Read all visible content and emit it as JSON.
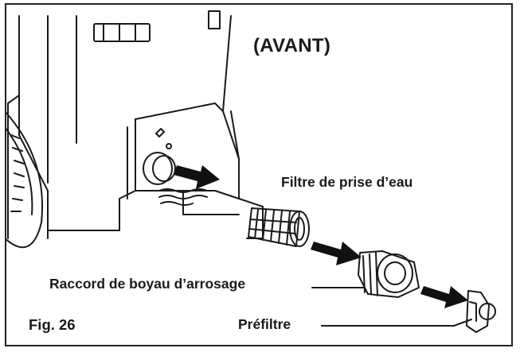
{
  "figure": {
    "title": "(AVANT)",
    "fig_label": "Fig. 26"
  },
  "callouts": {
    "intake_filter": "Filtre de prise d’eau",
    "garden_hose_connector": "Raccord de boyau d’arrosage",
    "prefilter": "Préfiltre"
  },
  "colors": {
    "line": "#1a1a1a",
    "arrow": "#111111",
    "background": "#ffffff"
  }
}
